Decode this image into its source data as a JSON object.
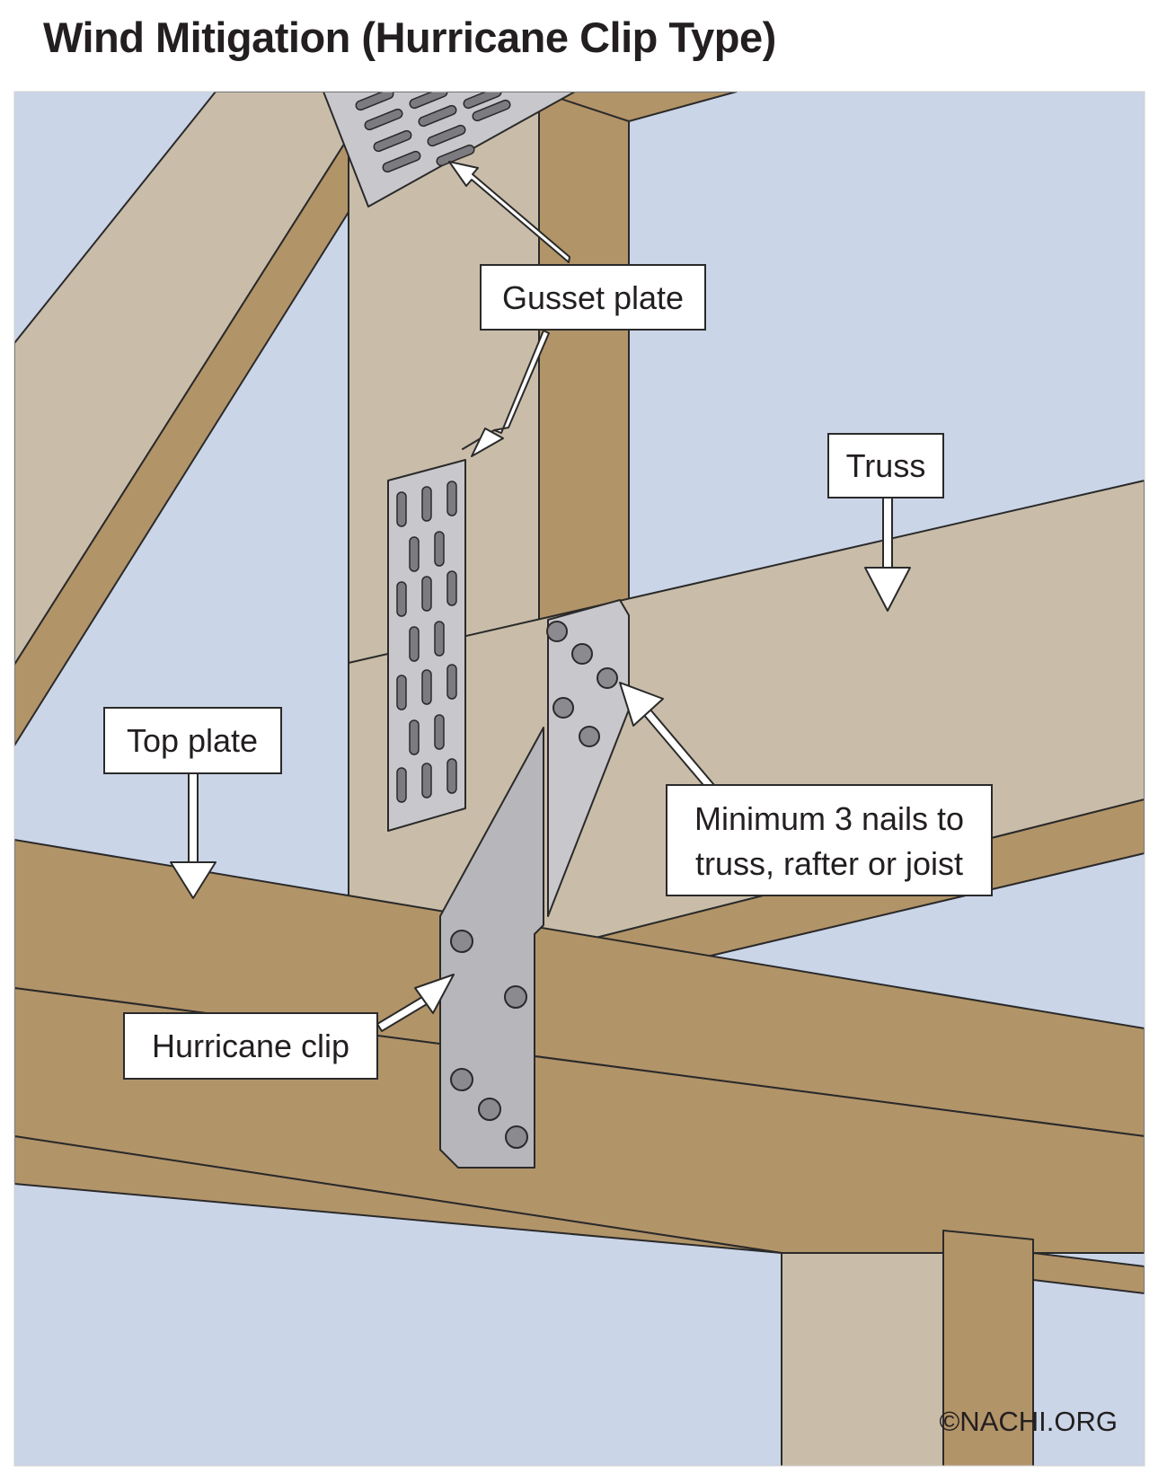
{
  "title": "Wind Mitigation (Hurricane Clip Type)",
  "labels": {
    "gusset_plate": "Gusset plate",
    "truss": "Truss",
    "top_plate": "Top plate",
    "nails_line1": "Minimum 3 nails to",
    "nails_line2": "truss, rafter or joist",
    "hurricane_clip": "Hurricane clip"
  },
  "credit": "©NACHI.ORG",
  "colors": {
    "sky": "#cbd5e8",
    "wood_side": "#b29469",
    "wood_face": "#c9bda9",
    "metal": "#c8c8cc",
    "metal_dark": "#b6b6bb",
    "outline": "#2a2a2a",
    "label_bg": "#ffffff"
  }
}
